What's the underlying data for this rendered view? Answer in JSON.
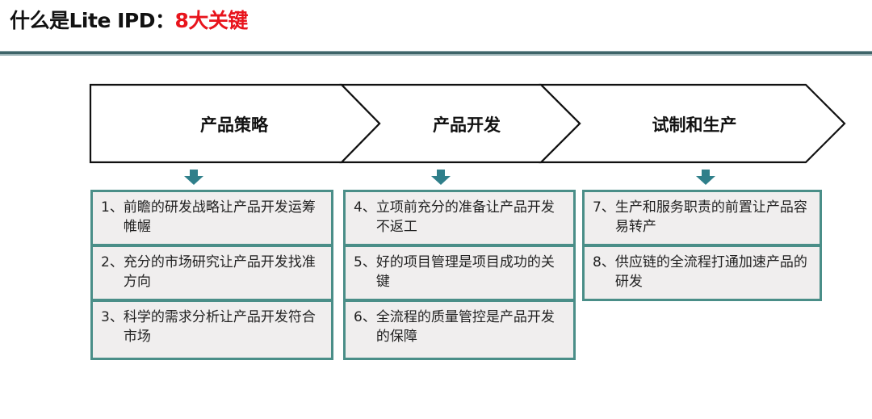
{
  "header": {
    "title_prefix": "什么是Lite IPD：",
    "title_accent": "8大关键",
    "accent_color": "#e8141c"
  },
  "stages": [
    {
      "label": "产品策略",
      "items": [
        {
          "num": "1、",
          "text": "前瞻的研发战略让产品开发运筹帷幄"
        },
        {
          "num": "2、",
          "text": "充分的市场研究让产品开发找准方向"
        },
        {
          "num": "3、",
          "text": "科学的需求分析让产品开发符合市场"
        }
      ]
    },
    {
      "label": "产品开发",
      "items": [
        {
          "num": "4、",
          "text": "立项前充分的准备让产品开发不返工"
        },
        {
          "num": "5、",
          "text": "好的项目管理是项目成功的关键"
        },
        {
          "num": "6、",
          "text": "全流程的质量管控是产品开发的保障"
        }
      ]
    },
    {
      "label": "试制和生产",
      "items": [
        {
          "num": "7、",
          "text": "生产和服务职责的前置让产品容易转产"
        },
        {
          "num": "8、",
          "text": "供应链的全流程打通加速产品的研发"
        }
      ]
    }
  ],
  "colors": {
    "card_border": "#4a8e88",
    "card_fill": "#f0eeee",
    "arrow": "#2f7f8a"
  }
}
